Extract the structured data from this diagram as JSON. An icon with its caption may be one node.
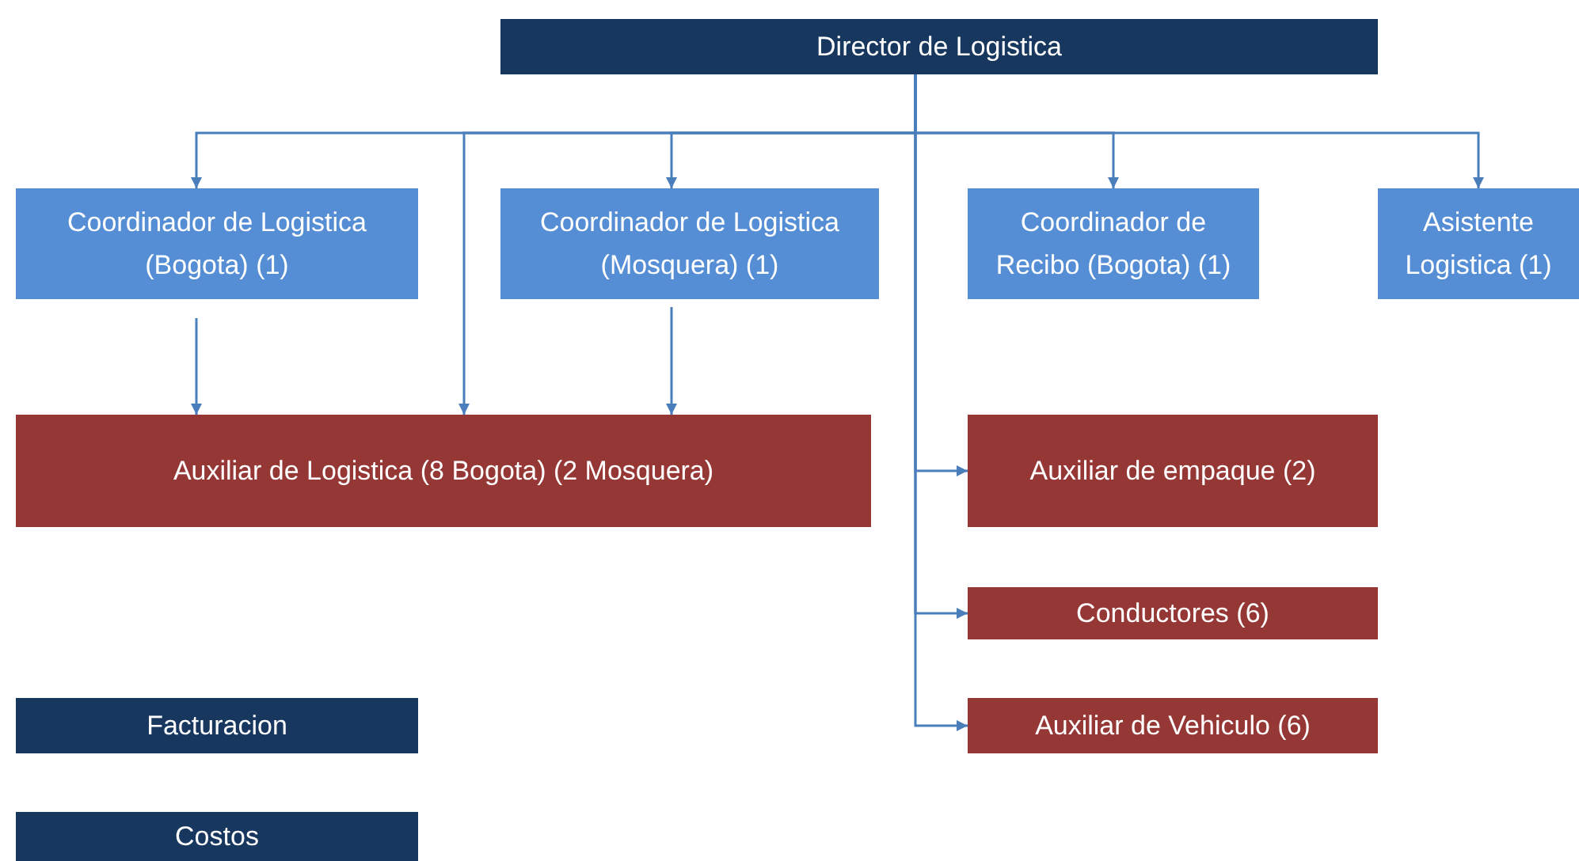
{
  "diagram": {
    "nodes": [
      {
        "text": [
          "Director de Logistica"
        ]
      },
      {
        "text": [
          "Coordinador de Logistica (Bogota) (1)"
        ]
      },
      {
        "text": [
          "Coordinador de Logistica (Mosquera) (1)"
        ]
      },
      {
        "text": [
          "Coordinador de Recibo (Bogota) (1)"
        ]
      },
      {
        "text": [
          "Asistente Logistica (1)"
        ]
      },
      {
        "text": [
          "Auxiliar de Logistica (8 Bogota) (2 Mosquera)"
        ]
      },
      {
        "text": [
          "Auxiliar de empaque (2)"
        ]
      },
      {
        "text": [
          "Conductores (6)"
        ]
      },
      {
        "text": [
          "Auxiliar de Vehiculo (6)"
        ]
      },
      {
        "text": [
          "Facturacion"
        ]
      },
      {
        "text": [
          "Costos"
        ]
      }
    ],
    "edges": [
      {
        "from": 0,
        "to": 1,
        "arrow": "to"
      },
      {
        "from": 0,
        "to": 5,
        "arrow": "to"
      },
      {
        "from": 0,
        "to": 2,
        "arrow": "to"
      },
      {
        "from": 0,
        "to": 3,
        "arrow": "to"
      },
      {
        "from": 0,
        "to": 4,
        "arrow": "to"
      },
      {
        "from": 1,
        "to": 5,
        "arrow": "to"
      },
      {
        "from": 2,
        "to": 5,
        "arrow": "to"
      },
      {
        "from": 0,
        "to": 6,
        "arrow": "to"
      },
      {
        "from": 0,
        "to": 7,
        "arrow": "to"
      },
      {
        "from": 0,
        "to": 8,
        "arrow": "to"
      }
    ]
  }
}
